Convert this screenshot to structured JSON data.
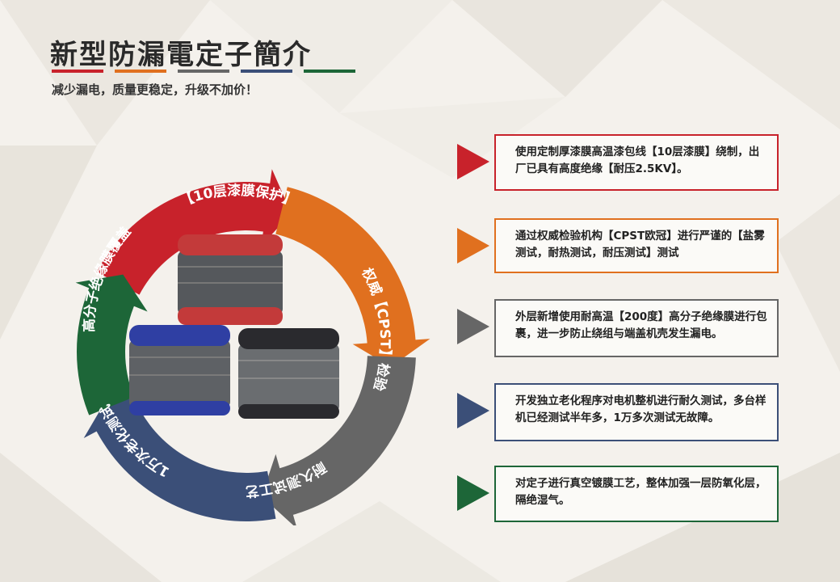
{
  "title": "新型防漏電定子簡介",
  "subtitle": "减少漏电，质量更稳定，升级不加价！",
  "colors": {
    "red": "#c8222b",
    "orange": "#e0701f",
    "gray": "#666666",
    "navy": "#3b4f78",
    "green": "#1d6638"
  },
  "cycle": {
    "red": "【10层漆膜保护】",
    "orange": "权威【CPST】检验",
    "gray": "耐久测试工艺",
    "navy": "1万次老化测试",
    "green": "高分子绝缘膜覆盖"
  },
  "features": [
    {
      "text": "使用定制厚漆膜高温漆包线【10层漆膜】绕制，出厂已具有高度绝缘【耐压2.5KV】。"
    },
    {
      "text": "通过权威检验机构【CPST欧冠】进行严谨的【盐雾测试，耐热测试，耐压测试】测试"
    },
    {
      "text": "外层新增使用耐高温【200度】高分子绝缘膜进行包裹，进一步防止绕组与端盖机壳发生漏电。"
    },
    {
      "text": "开发独立老化程序对电机整机进行耐久测试，多台样机已经测试半年多，1万多次测试无故障。"
    },
    {
      "text": "对定子进行真空镀膜工艺，整体加强一层防氧化层，隔绝湿气。"
    }
  ]
}
